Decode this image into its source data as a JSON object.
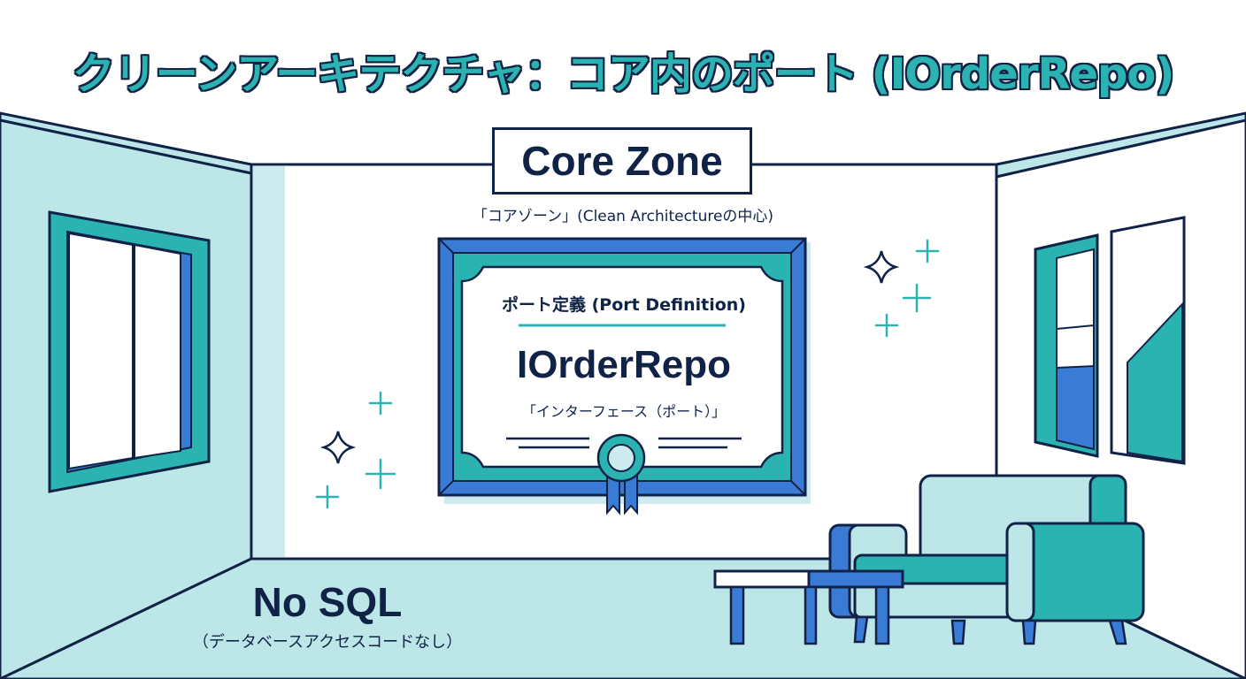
{
  "title": "クリーンアーキテクチャ：コア内のポート (IOrderRepo)",
  "core_zone": {
    "label": "Core Zone",
    "subtitle": "「コアゾーン」(Clean Architectureの中心)"
  },
  "port_frame": {
    "definition_label": "ポート定義 (Port Definition)",
    "name": "IOrderRepo",
    "kind": "「インターフェース（ポート）」"
  },
  "no_sql": {
    "label": "No SQL",
    "subtitle": "（データベースアクセスコードなし）"
  },
  "colors": {
    "navy": "#102347",
    "teal": "#2bb3b1",
    "blue": "#3a7bd5",
    "light_teal": "#bde6e8",
    "pale": "#cdebee"
  }
}
